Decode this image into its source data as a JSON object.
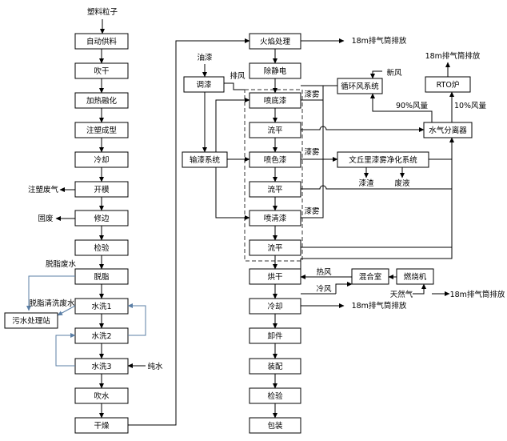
{
  "boxes": {
    "auto_feed": "自动供料",
    "blow_dry": "吹干",
    "heat_melt": "加热融化",
    "injection": "注塑成型",
    "cool1": "冷却",
    "open_mold": "开模",
    "trim": "修边",
    "inspect1": "检验",
    "degrease": "脱脂",
    "wash1": "水洗1",
    "wash2": "水洗2",
    "wash3": "水洗3",
    "blow_water": "吹水",
    "dry": "干燥",
    "wwtp": "污水处理站",
    "flame": "火焰处理",
    "destatic": "除静电",
    "mix_paint": "调漆",
    "primer": "喷底漆",
    "level1": "流平",
    "color": "喷色漆",
    "level2": "流平",
    "clear": "喷清漆",
    "level3": "流平",
    "paint_supply": "输漆系统",
    "recirc": "循环风系统",
    "rto": "RTO炉",
    "separator": "水气分离器",
    "venturi": "文丘里漆雾净化系统",
    "bake": "烘干",
    "cool2": "冷却",
    "mixing_room": "混合室",
    "burner": "燃烧机",
    "unload": "卸件",
    "assemble": "装配",
    "inspect2": "检验",
    "pack": "包装"
  },
  "labels": {
    "pellets": "塑料粒子",
    "injection_gas": "注塑废气",
    "solid_waste": "固废",
    "degrease_ww": "脱脂废水",
    "degrease_rinse_ww": "脱脂清洗废水",
    "pure_water": "纯水",
    "vent1": "18m排气筒排放",
    "oil_paint": "油漆",
    "exhaust_air": "排风",
    "fresh_air": "新风",
    "vent_rto": "18m排气筒排放",
    "mist1": "漆雾",
    "mist2": "漆雾",
    "mist3": "漆雾",
    "air90": "90%风量",
    "air10": "10%风量",
    "paint_sludge": "漆渣",
    "waste_liquid": "废液",
    "hot_air": "热风",
    "cold_air": "冷风",
    "natural_gas": "天然气",
    "vent_burner": "18m排气筒排放",
    "vent2": "18m排气筒排放"
  }
}
